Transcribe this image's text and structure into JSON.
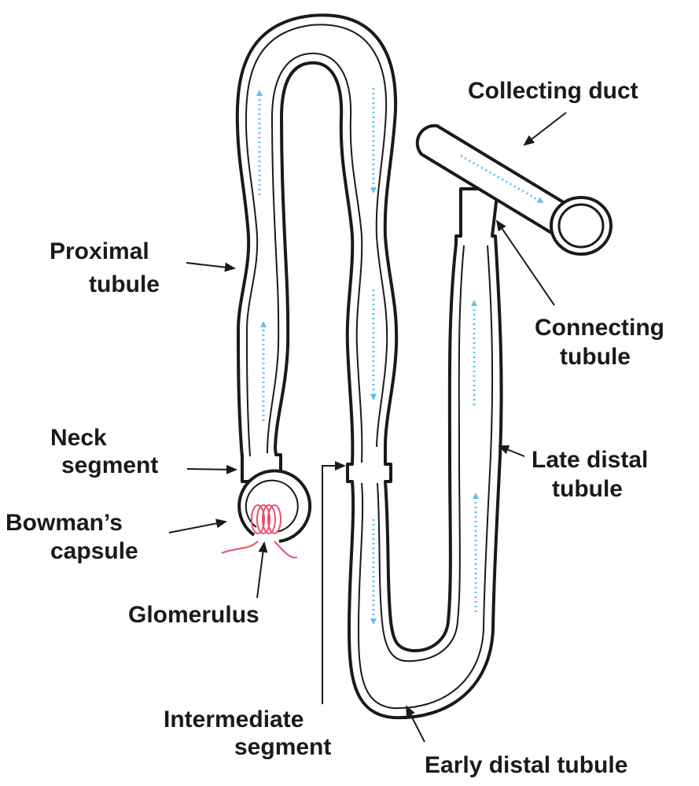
{
  "labels": {
    "collecting_duct": "Collecting duct",
    "proximal_tubule_1": "Proximal",
    "proximal_tubule_2": "tubule",
    "connecting_tubule_1": "Connecting",
    "connecting_tubule_2": "tubule",
    "neck_segment_1": "Neck",
    "neck_segment_2": "segment",
    "late_distal_1": "Late distal",
    "late_distal_2": "tubule",
    "bowmans_1": "Bowman’s",
    "bowmans_2": "capsule",
    "glomerulus": "Glomerulus",
    "intermediate_1": "Intermediate",
    "intermediate_2": "segment",
    "early_distal": "Early distal tubule"
  },
  "colors": {
    "outline": "#1a1a1a",
    "flow_arrows": "#5cc4ea",
    "glomerulus": "#e8506a"
  }
}
